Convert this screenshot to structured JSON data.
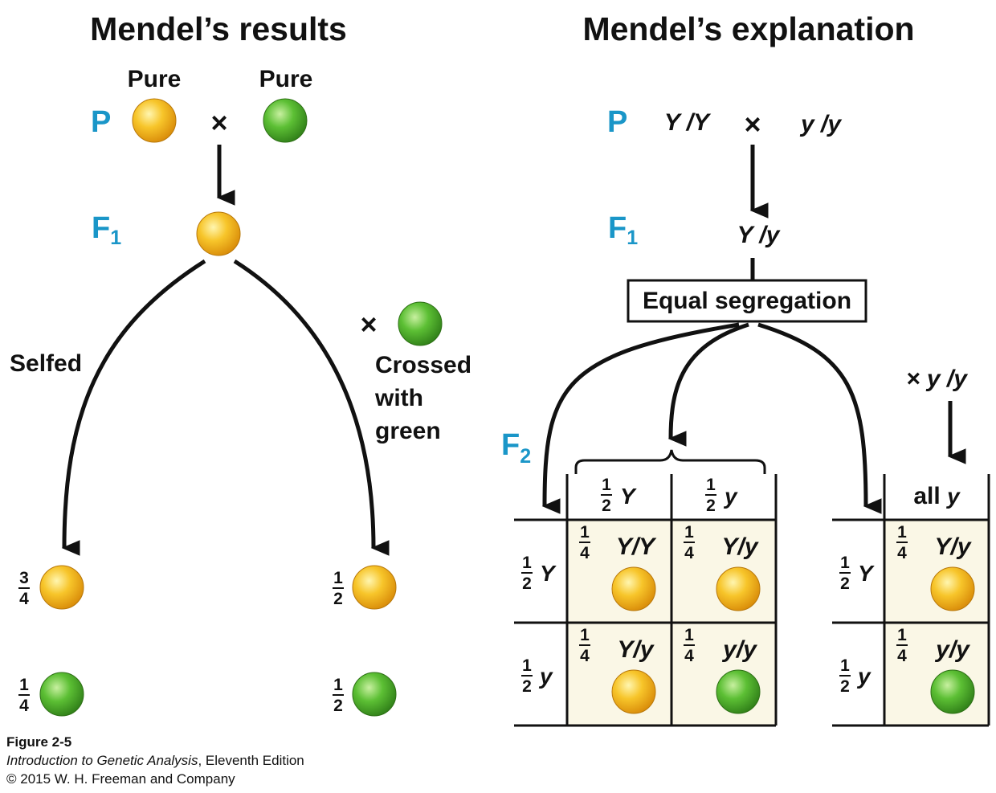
{
  "titles": {
    "left": "Mendel’s results",
    "right": "Mendel’s explanation"
  },
  "left": {
    "pure1": "Pure",
    "pure2": "Pure",
    "gen_p": "P",
    "gen_f1_main": "F",
    "gen_f1_sub": "1",
    "cross": "×",
    "cross2": "×",
    "selfed": "Selfed",
    "crossed_with_green": [
      "Crossed",
      "with",
      "green"
    ],
    "selfed_fractions": [
      {
        "num": "3",
        "den": "4",
        "color": "yellow"
      },
      {
        "num": "1",
        "den": "4",
        "color": "green"
      }
    ],
    "cross_fractions": [
      {
        "num": "1",
        "den": "2",
        "color": "yellow"
      },
      {
        "num": "1",
        "den": "2",
        "color": "green"
      }
    ]
  },
  "right": {
    "gen_p": "P",
    "p_geno1": "Y /Y",
    "p_geno2": "y /y",
    "cross": "×",
    "gen_f1_main": "F",
    "gen_f1_sub": "1",
    "f1_geno": "Y /y",
    "segregation": "Equal segregation",
    "gen_f2_main": "F",
    "gen_f2_sub": "2",
    "testcross": "× y /y",
    "punnett": {
      "cols": [
        {
          "num": "1",
          "den": "2",
          "allele": "Y"
        },
        {
          "num": "1",
          "den": "2",
          "allele": "y"
        }
      ],
      "rows": [
        {
          "num": "1",
          "den": "2",
          "allele": "Y"
        },
        {
          "num": "1",
          "den": "2",
          "allele": "y"
        }
      ],
      "cells": [
        {
          "num": "1",
          "den": "4",
          "geno": "Y/Y",
          "color": "yellow"
        },
        {
          "num": "1",
          "den": "4",
          "geno": "Y/y",
          "color": "yellow"
        },
        {
          "num": "1",
          "den": "4",
          "geno": "Y/y",
          "color": "yellow"
        },
        {
          "num": "1",
          "den": "4",
          "geno": "y/y",
          "color": "green"
        }
      ]
    },
    "testcross_table": {
      "col_header_prefix": "all",
      "col_header_allele": "y",
      "rows": [
        {
          "num": "1",
          "den": "2",
          "allele": "Y"
        },
        {
          "num": "1",
          "den": "2",
          "allele": "y"
        }
      ],
      "cells": [
        {
          "num": "1",
          "den": "4",
          "geno": "Y/y",
          "color": "yellow"
        },
        {
          "num": "1",
          "den": "4",
          "geno": "y/y",
          "color": "green"
        }
      ]
    }
  },
  "caption": {
    "figure": "Figure 2-5",
    "book": "Introduction to Genetic Analysis",
    "edition": ", Eleventh Edition",
    "copyright": "© 2015 W. H. Freeman and Company"
  },
  "colors": {
    "generation_label": "#1a96c8",
    "pea_yellow": "#f5b820",
    "pea_green": "#4fae2e",
    "cell_fill": "#faf7e6"
  }
}
